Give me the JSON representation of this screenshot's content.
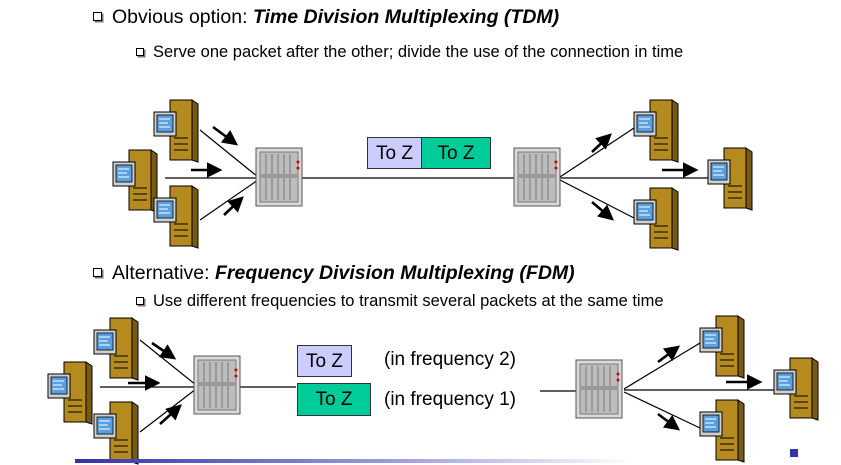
{
  "tdm": {
    "bullet_prefix": "Obvious option: ",
    "bullet_emph": "Time Division Multiplexing (TDM)",
    "sub_bullet": "Serve one packet after the other; divide the use of the connection in time",
    "packets": [
      "To Z",
      "To Z"
    ]
  },
  "fdm": {
    "bullet_prefix": "Alternative: ",
    "bullet_emph": "Frequency Division Multiplexing (FDM)",
    "sub_bullet": "Use different frequencies to transmit several packets at the same time",
    "packets": [
      "To Z",
      "To Z"
    ],
    "freq_labels": [
      "(in frequency 2)",
      "(in frequency 1)"
    ]
  },
  "colors": {
    "packet_purple": "#ccccff",
    "packet_green": "#00cc99",
    "computer_body": "#b58a1e",
    "computer_screen": "#5aa0e0",
    "footer_bar": "#3333aa"
  },
  "icons": [
    "computer-icon",
    "router-icon"
  ]
}
